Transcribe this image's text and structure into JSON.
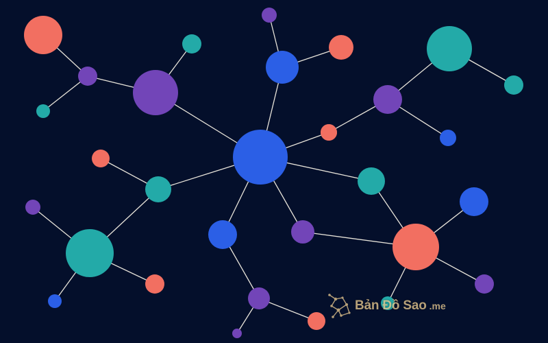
{
  "palette": {
    "background": "#040f2b",
    "edge": "#e8e4da",
    "blue": "#2b5fe6",
    "teal": "#23aaa8",
    "purple": "#7245b8",
    "coral": "#f26f61"
  },
  "diagram": {
    "type": "network-graph",
    "nodes": [
      {
        "id": "hub",
        "color": "blue"
      },
      {
        "id": "n1",
        "color": "purple"
      },
      {
        "id": "n2",
        "color": "purple"
      },
      {
        "id": "n3",
        "color": "coral"
      },
      {
        "id": "n4",
        "color": "teal"
      },
      {
        "id": "n5",
        "color": "teal"
      },
      {
        "id": "n6",
        "color": "blue"
      },
      {
        "id": "n7",
        "color": "purple"
      },
      {
        "id": "n8",
        "color": "coral"
      },
      {
        "id": "n9",
        "color": "coral"
      },
      {
        "id": "n10",
        "color": "purple"
      },
      {
        "id": "n11",
        "color": "teal"
      },
      {
        "id": "n12",
        "color": "teal"
      },
      {
        "id": "n13",
        "color": "blue"
      },
      {
        "id": "n14",
        "color": "coral"
      },
      {
        "id": "n15",
        "color": "teal"
      },
      {
        "id": "n16",
        "color": "coral"
      },
      {
        "id": "n17",
        "color": "teal"
      },
      {
        "id": "n18",
        "color": "purple"
      },
      {
        "id": "n19",
        "color": "teal"
      },
      {
        "id": "n20",
        "color": "coral"
      },
      {
        "id": "n21",
        "color": "blue"
      },
      {
        "id": "n22",
        "color": "blue"
      },
      {
        "id": "n23",
        "color": "purple"
      },
      {
        "id": "n24",
        "color": "purple"
      },
      {
        "id": "n25",
        "color": "coral"
      },
      {
        "id": "n26",
        "color": "purple"
      },
      {
        "id": "n27",
        "color": "coral"
      },
      {
        "id": "n28",
        "color": "blue"
      },
      {
        "id": "n29",
        "color": "purple"
      },
      {
        "id": "n30",
        "color": "teal"
      }
    ],
    "edges": [
      [
        "hub",
        "n1"
      ],
      [
        "hub",
        "n6"
      ],
      [
        "hub",
        "n14"
      ],
      [
        "hub",
        "n17"
      ],
      [
        "hub",
        "n19"
      ],
      [
        "hub",
        "n22"
      ],
      [
        "hub",
        "n23"
      ],
      [
        "n1",
        "n2"
      ],
      [
        "n1",
        "n5"
      ],
      [
        "n2",
        "n3"
      ],
      [
        "n2",
        "n4"
      ],
      [
        "n6",
        "n7"
      ],
      [
        "n6",
        "n8"
      ],
      [
        "n14",
        "n10"
      ],
      [
        "n10",
        "n11"
      ],
      [
        "n10",
        "n13"
      ],
      [
        "n11",
        "n12"
      ],
      [
        "n17",
        "n16"
      ],
      [
        "n17",
        "n15"
      ],
      [
        "n15",
        "n18"
      ],
      [
        "n15",
        "n20"
      ],
      [
        "n15",
        "n21"
      ],
      [
        "n22",
        "n24"
      ],
      [
        "n24",
        "n25"
      ],
      [
        "n24",
        "n26"
      ],
      [
        "n23",
        "n27"
      ],
      [
        "n19",
        "n27"
      ],
      [
        "n27",
        "n28"
      ],
      [
        "n27",
        "n29"
      ],
      [
        "n27",
        "n30"
      ]
    ]
  },
  "watermark": {
    "text": "Bản Đồ Sao",
    "suffix": ".me"
  }
}
